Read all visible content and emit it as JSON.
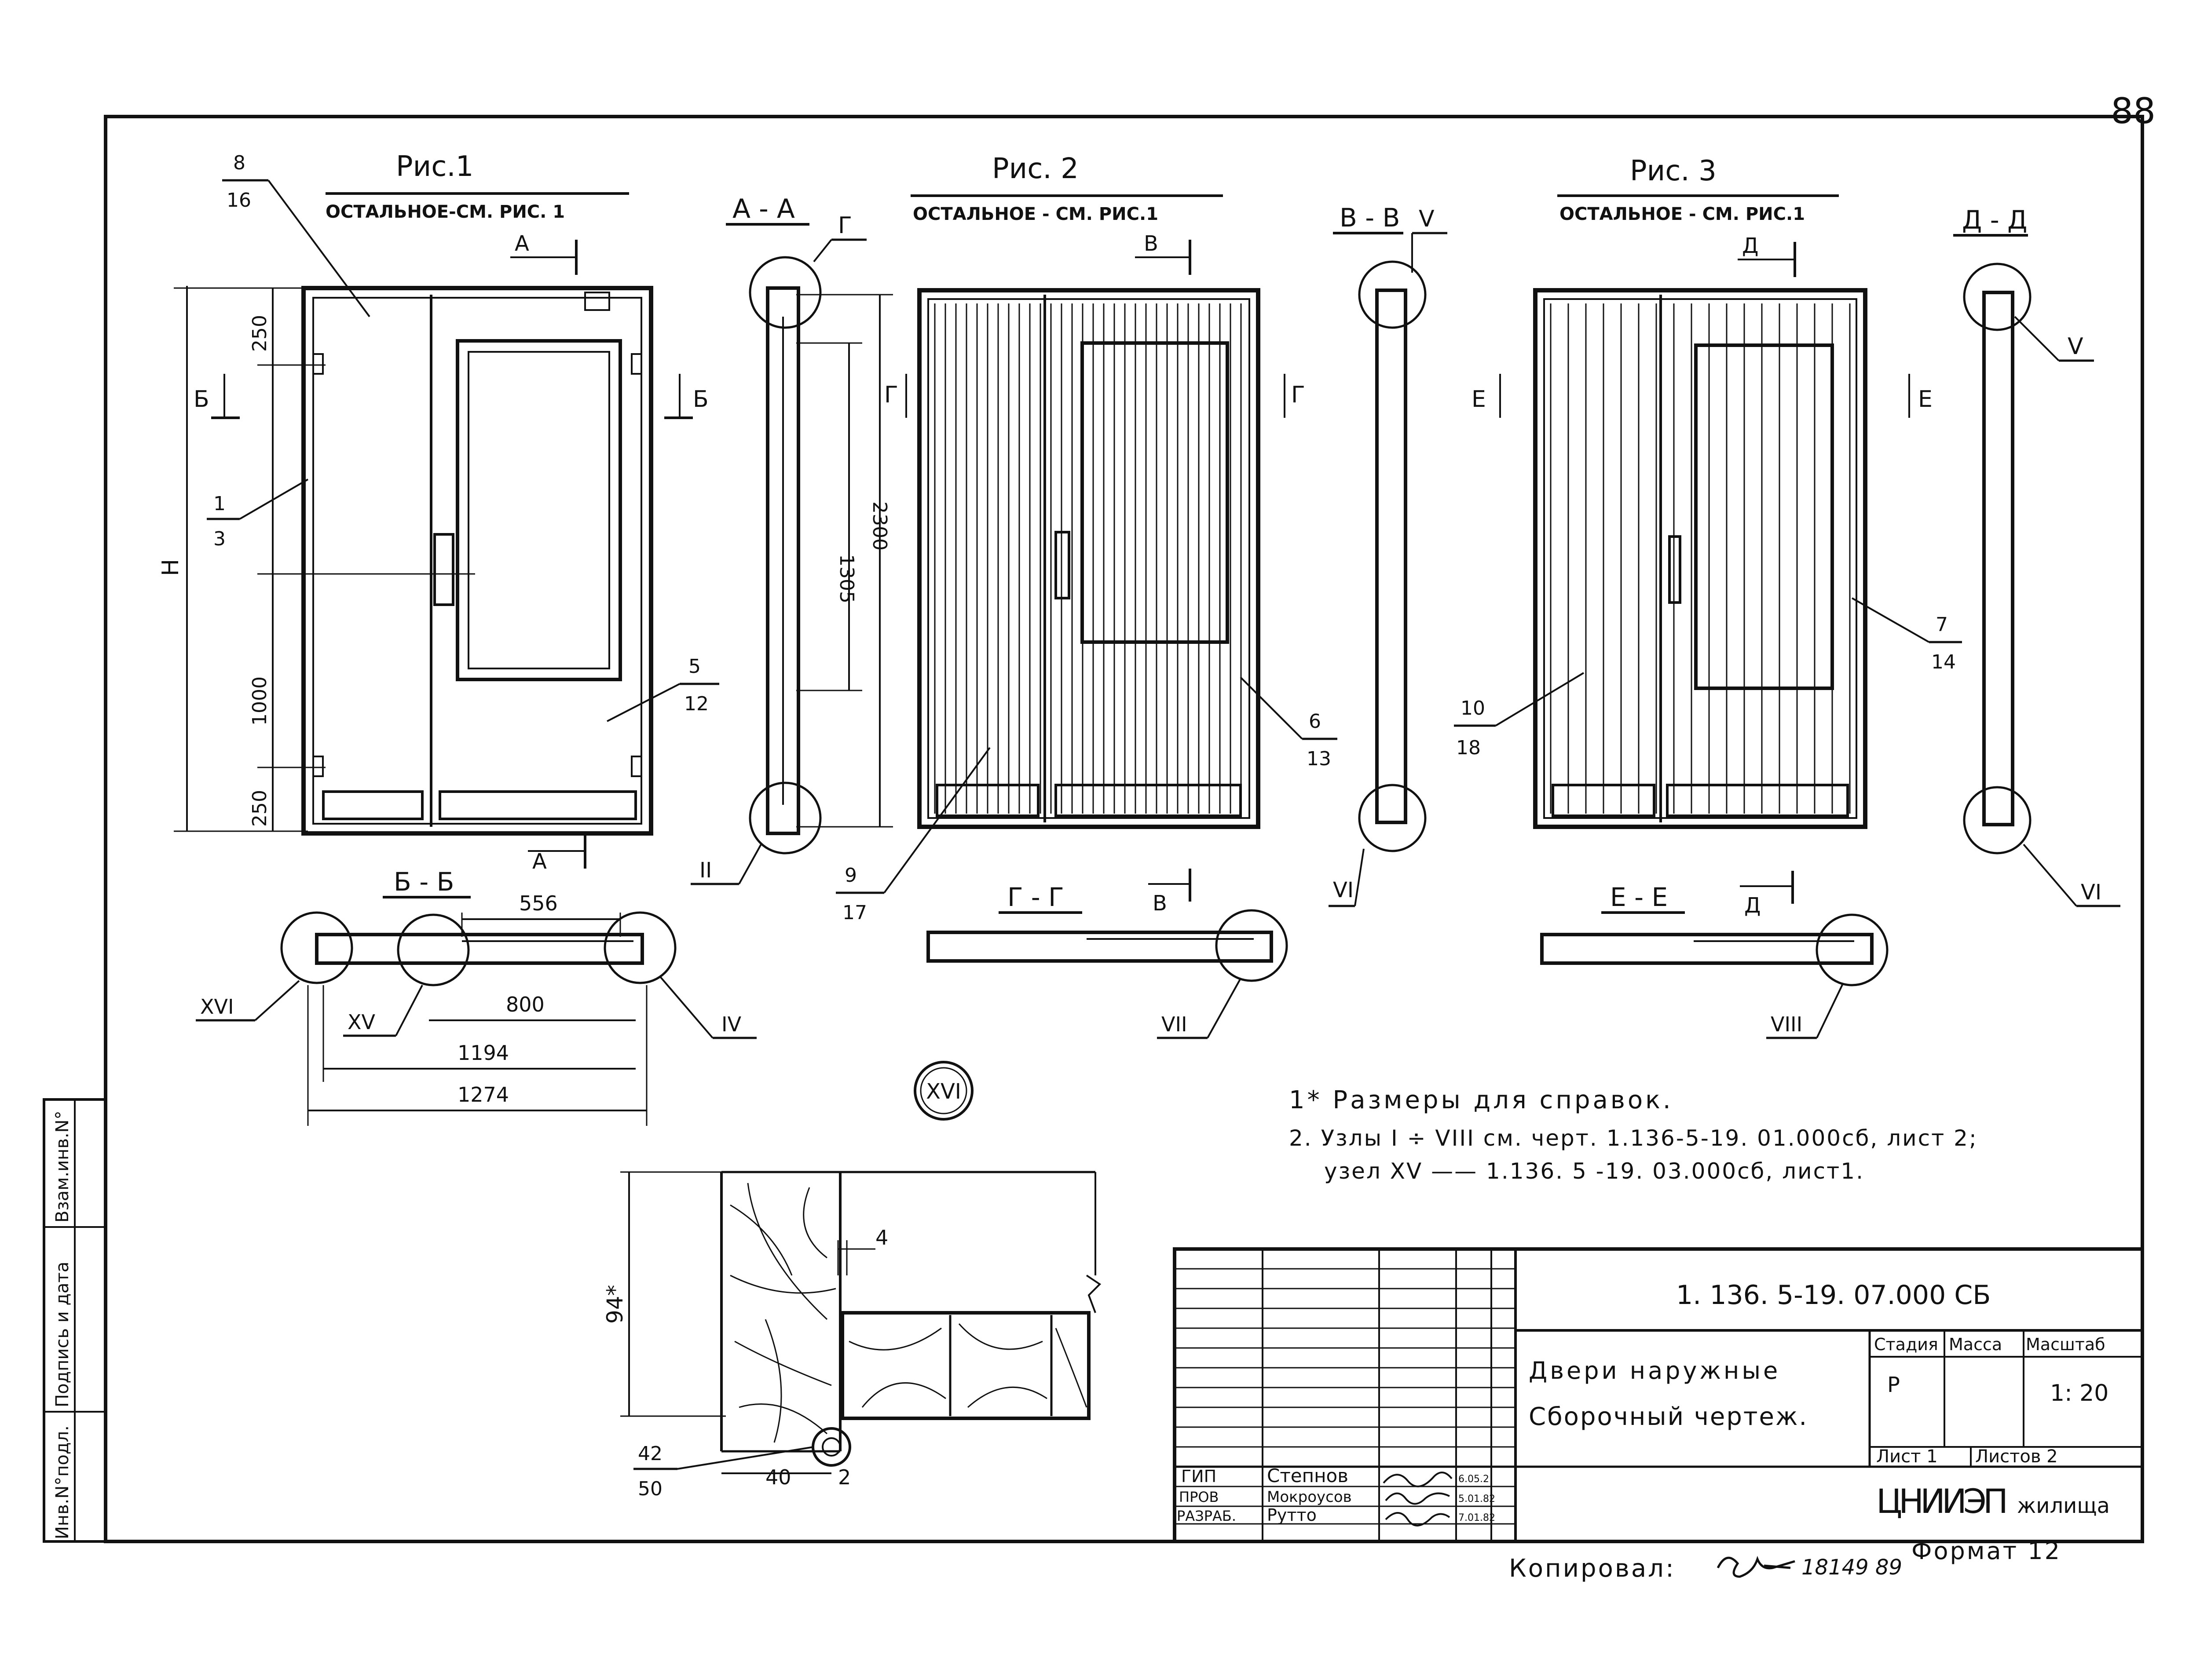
{
  "sheet": {
    "page_number": "88",
    "format_label": "Формат 12",
    "copied_label": "Копировал:",
    "copied_signature_number": "18149 89"
  },
  "colors": {
    "ink": "#111111",
    "paper": "#ffffff"
  },
  "fig1": {
    "title": "Рис.1",
    "note": "ОСТАЛЬНОЕ-СМ. РИС. 1",
    "callout_top": "8",
    "callout_bottom": "16",
    "dims": [
      "250",
      "1000",
      "250",
      "Н"
    ],
    "markers": [
      "А",
      "А",
      "Б",
      "Б"
    ],
    "callouts": [
      {
        "top": "1",
        "bottom": "3"
      },
      {
        "top": "5",
        "bottom": "12"
      }
    ]
  },
  "section_aa": {
    "title": "А - А",
    "node_top": "Г",
    "node_bottom": "II",
    "dims": [
      "1305",
      "2300"
    ]
  },
  "fig2": {
    "title": "Рис. 2",
    "note": "ОСТАЛЬНОЕ - СМ. РИС.1",
    "markers": [
      "В",
      "Г",
      "Г"
    ],
    "callouts": [
      {
        "top": "6",
        "bottom": "13"
      },
      {
        "top": "9",
        "bottom": "17"
      }
    ]
  },
  "section_vv": {
    "title": "В - В",
    "node_top": "V",
    "node_bottom": "VI"
  },
  "fig3": {
    "title": "Рис. 3",
    "note": "ОСТАЛЬНОЕ - СМ. РИС.1",
    "markers": [
      "Д",
      "Е",
      "Е"
    ],
    "callouts": [
      {
        "top": "7",
        "bottom": "14"
      },
      {
        "top": "10",
        "bottom": "18"
      }
    ]
  },
  "section_dd": {
    "title": "Д - Д",
    "node_top": "V",
    "node_bottom": "VI"
  },
  "section_bb": {
    "title": "Б - Б",
    "dims": [
      "556",
      "800",
      "1194",
      "1274"
    ],
    "nodes": [
      "XVI",
      "XV",
      "IV"
    ]
  },
  "section_gg": {
    "title": "Г - Г",
    "marker": "В",
    "node": "VII"
  },
  "section_ee": {
    "title": "Е - Е",
    "marker": "Д",
    "node": "VIII"
  },
  "node_detail": {
    "label": "XVI",
    "dims": [
      "94*",
      "4",
      "40",
      "2"
    ],
    "callout_top": "42",
    "callout_bottom": "50"
  },
  "notes": [
    "1* Размеры для справок.",
    "2. Узлы I ÷ VIII см. черт. 1.136-5-19. 01.000сб, лист 2;",
    "узел XV        ——        1.136. 5 -19. 03.000сб, лист1."
  ],
  "left_strip": [
    "Инв.N°подл.",
    "Подпись и дата",
    "Взам.инв.N°"
  ],
  "title_block": {
    "doc_number": "1. 136. 5-19. 07.000 СБ",
    "name_line1": "Двери   наружные",
    "name_line2": "Сборочный чертеж.",
    "head_stage": "Стадия",
    "head_mass": "Масса",
    "head_scale": "Масштаб",
    "stage": "Р",
    "scale": "1: 20",
    "sheet_label": "Лист 1",
    "sheets_label": "Листов 2",
    "org_logo": "ЦНИИЭП",
    "org_suffix": "жилища",
    "staff": [
      {
        "role": "ГИП",
        "name": "Степнов",
        "date": "6.05.2"
      },
      {
        "role": "ПРОВ",
        "name": "Мокроусов",
        "date": "5.01.82"
      },
      {
        "role": "РАЗРАБ.",
        "name": "Рутто",
        "date": "7.01.82"
      }
    ]
  }
}
